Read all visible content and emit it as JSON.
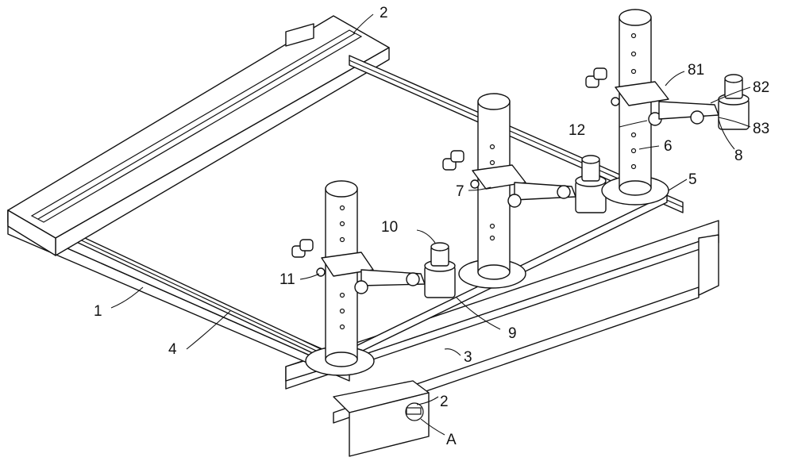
{
  "figure": {
    "callouts": [
      {
        "id": "lbl-1",
        "text": "1"
      },
      {
        "id": "lbl-2a",
        "text": "2"
      },
      {
        "id": "lbl-2b",
        "text": "2"
      },
      {
        "id": "lbl-3",
        "text": "3"
      },
      {
        "id": "lbl-4",
        "text": "4"
      },
      {
        "id": "lbl-5",
        "text": "5"
      },
      {
        "id": "lbl-6",
        "text": "6"
      },
      {
        "id": "lbl-7",
        "text": "7"
      },
      {
        "id": "lbl-8",
        "text": "8"
      },
      {
        "id": "lbl-9",
        "text": "9"
      },
      {
        "id": "lbl-10",
        "text": "10"
      },
      {
        "id": "lbl-11",
        "text": "11"
      },
      {
        "id": "lbl-12",
        "text": "12"
      },
      {
        "id": "lbl-81",
        "text": "81"
      },
      {
        "id": "lbl-82",
        "text": "82"
      },
      {
        "id": "lbl-83",
        "text": "83"
      },
      {
        "id": "lbl-A",
        "text": "A"
      }
    ]
  }
}
